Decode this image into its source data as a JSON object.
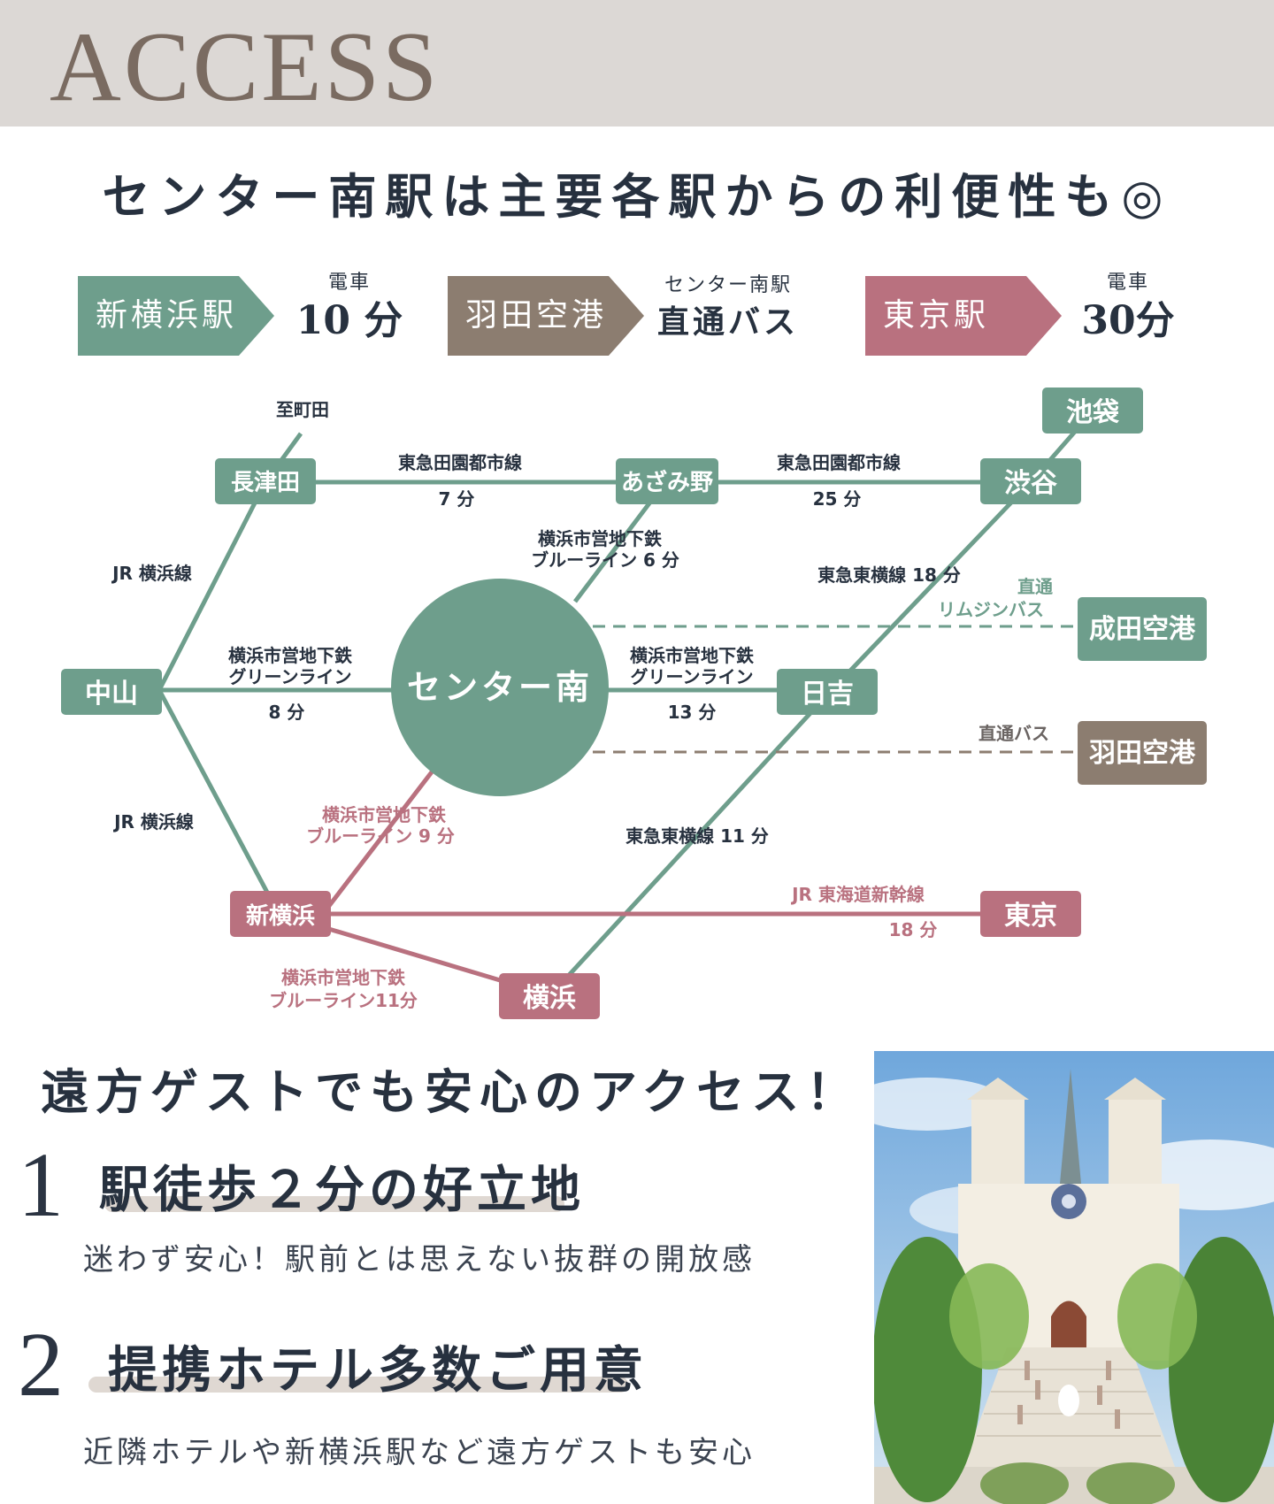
{
  "header": {
    "title": "ACCESS"
  },
  "headline": "センター南駅は主要各駅からの利便性も◎",
  "highlights": [
    {
      "station": "新横浜駅",
      "mode": "電車",
      "value": "10 分",
      "color": "#6e9e8c"
    },
    {
      "station": "羽田空港",
      "mode": "センター南駅",
      "value": "直通バス",
      "color": "#8c7d70"
    },
    {
      "station": "東京駅",
      "mode": "電車",
      "value": "30分",
      "color": "#b9717f"
    }
  ],
  "colors": {
    "green": "#6e9e8c",
    "pink": "#b9717f",
    "brown": "#8c7d70",
    "dark": "#27313f",
    "header_bg": "#dcd8d5"
  },
  "route_map": {
    "center": "センター南",
    "stations": {
      "nagatsuta": "長津田",
      "azamino": "あざみ野",
      "shibuya": "渋谷",
      "ikebukuro": "池袋",
      "nakayama": "中山",
      "hiyoshi": "日吉",
      "narita": "成田空港",
      "haneda": "羽田空港",
      "shinyokohama": "新横浜",
      "tokyo": "東京",
      "yokohama": "横浜",
      "machida": "至町田"
    },
    "labels": {
      "denentoshi_1": "東急田園都市線",
      "time_7": "7 分",
      "denentoshi_2": "東急田園都市線",
      "time_25": "25 分",
      "blue6_a": "横浜市営地下鉄",
      "blue6_b": "ブルーライン 6 分",
      "jr_yokohama_1": "JR 横浜線",
      "toyoko18": "東急東横線 18 分",
      "limo_a": "直通",
      "limo_b": "リムジンバス",
      "green8_a": "横浜市営地下鉄",
      "green8_b": "グリーンライン",
      "time_8": "8 分",
      "green13_a": "横浜市営地下鉄",
      "green13_b": "グリーンライン",
      "time_13": "13 分",
      "bus": "直通バス",
      "jr_yokohama_2": "JR 横浜線",
      "blue9_a": "横浜市営地下鉄",
      "blue9_b": "ブルーライン 9 分",
      "toyoko11": "東急東横線 11 分",
      "shinkansen": "JR 東海道新幹線",
      "time_18": "18 分",
      "blue11_a": "横浜市営地下鉄",
      "blue11_b": "ブルーライン11分"
    }
  },
  "section2": {
    "title": "遠方ゲストでも安心のアクセス！",
    "points": [
      {
        "number": "1",
        "title": "駅徒歩２分の好立地",
        "desc": "迷わず安心！駅前とは思えない抜群の開放感"
      },
      {
        "number": "2",
        "title": "提携ホテル多数ご用意",
        "desc": "近隣ホテルや新横浜駅など遠方ゲストも安心"
      }
    ]
  }
}
